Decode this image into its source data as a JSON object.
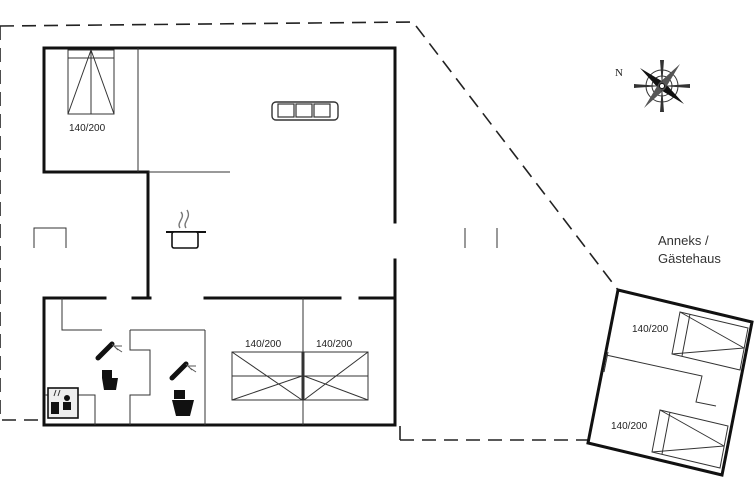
{
  "bed_labels": [
    "140/200",
    "140/200",
    "140/200",
    "140/200",
    "140/200"
  ],
  "annex_label_line1": "Anneks /",
  "annex_label_line2": "Gästehaus",
  "compass_label": "N",
  "icons": [
    "bed-icon",
    "sofa-icon",
    "cooking-pot-icon",
    "shower-icon",
    "toilet-icon",
    "sauna-icon",
    "compass-icon"
  ]
}
